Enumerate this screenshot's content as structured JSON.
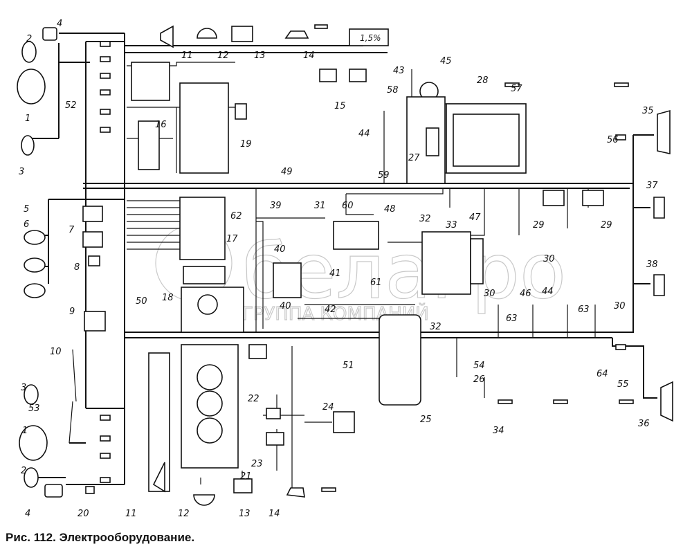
{
  "figure": {
    "caption": "Рис.  112.  Электрооборудование.",
    "indicator_text": "1,5%",
    "watermark": {
      "brand": "белагро",
      "subtitle": "ГРУППА КОМПАНИЙ"
    }
  },
  "callouts": [
    "4",
    "2",
    "1",
    "52",
    "3",
    "11",
    "12",
    "13",
    "14",
    "43",
    "45",
    "28",
    "57",
    "58",
    "15",
    "44",
    "16",
    "19",
    "27",
    "59",
    "35",
    "56",
    "49",
    "37",
    "5",
    "6",
    "62",
    "39",
    "31",
    "60",
    "48",
    "32",
    "47",
    "29",
    "29",
    "7",
    "17",
    "33",
    "40",
    "30",
    "38",
    "41",
    "8",
    "61",
    "18",
    "30",
    "46",
    "44",
    "40",
    "63",
    "30",
    "42",
    "9",
    "50",
    "32",
    "63",
    "51",
    "54",
    "10",
    "64",
    "55",
    "26",
    "3",
    "53",
    "22",
    "24",
    "25",
    "1",
    "2",
    "23",
    "21",
    "34",
    "36",
    "4",
    "20",
    "11",
    "12",
    "13",
    "14"
  ]
}
